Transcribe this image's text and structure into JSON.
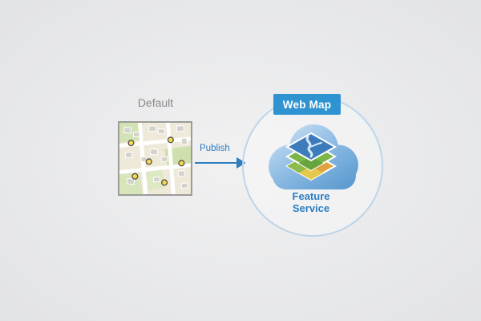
{
  "labels": {
    "default": "Default",
    "publish": "Publish",
    "web_map": "Web Map",
    "feature_service": "Feature Service"
  },
  "colors": {
    "background_light": "#f1f1f2",
    "background_dark": "#e2e3e5",
    "accent_blue": "#2e93d0",
    "arrow_blue": "#2d7dbf",
    "label_gray": "#8a8a8a",
    "circle_outline": "#bdd5ea",
    "cloud_light": "#cde2f4",
    "cloud_dark": "#5e9dd1",
    "layer_blue": "#3d7cbc",
    "layer_green": "#7ab648",
    "layer_orange": "#e0a23e",
    "map_point_yellow": "#f9d94b"
  }
}
